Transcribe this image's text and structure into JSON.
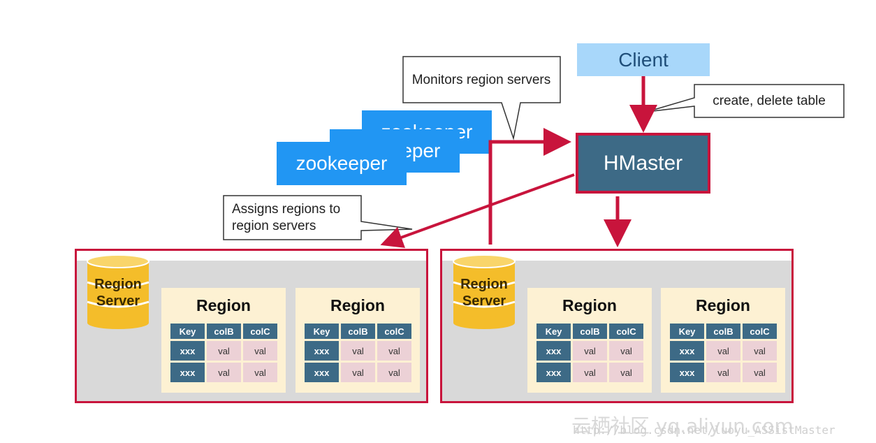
{
  "callouts": {
    "monitors": "Monitors region servers",
    "create_delete": "create, delete table",
    "assigns": "Assigns regions to region servers"
  },
  "client": {
    "label": "Client"
  },
  "hmaster": {
    "label": "HMaster"
  },
  "zookeepers": [
    "zookeeper",
    "zookeeper",
    "zookeeper"
  ],
  "region_servers": [
    {
      "db_label": "Region Server",
      "regions": [
        {
          "title": "Region",
          "headers": [
            "Key",
            "colB",
            "colC"
          ],
          "rows": [
            [
              "xxx",
              "val",
              "val"
            ],
            [
              "xxx",
              "val",
              "val"
            ]
          ]
        },
        {
          "title": "Region",
          "headers": [
            "Key",
            "colB",
            "colC"
          ],
          "rows": [
            [
              "xxx",
              "val",
              "val"
            ],
            [
              "xxx",
              "val",
              "val"
            ]
          ]
        }
      ]
    },
    {
      "db_label": "Region Server",
      "regions": [
        {
          "title": "Region",
          "headers": [
            "Key",
            "colB",
            "colC"
          ],
          "rows": [
            [
              "xxx",
              "val",
              "val"
            ],
            [
              "xxx",
              "val",
              "val"
            ]
          ]
        },
        {
          "title": "Region",
          "headers": [
            "Key",
            "colB",
            "colC"
          ],
          "rows": [
            [
              "xxx",
              "val",
              "val"
            ],
            [
              "xxx",
              "val",
              "val"
            ]
          ]
        }
      ]
    }
  ],
  "watermark": {
    "brand": "云栖社区 yq.aliyun.com",
    "url": "http://blog.csdn.net/luoyu_ASSistMaster"
  },
  "colors": {
    "arrow": "#c8143c",
    "zookeeper": "#2196f3",
    "hmaster": "#3d6a86",
    "client": "#a8d7fa",
    "region_bg": "#fdf1d3",
    "db": "#f4bd2a"
  }
}
